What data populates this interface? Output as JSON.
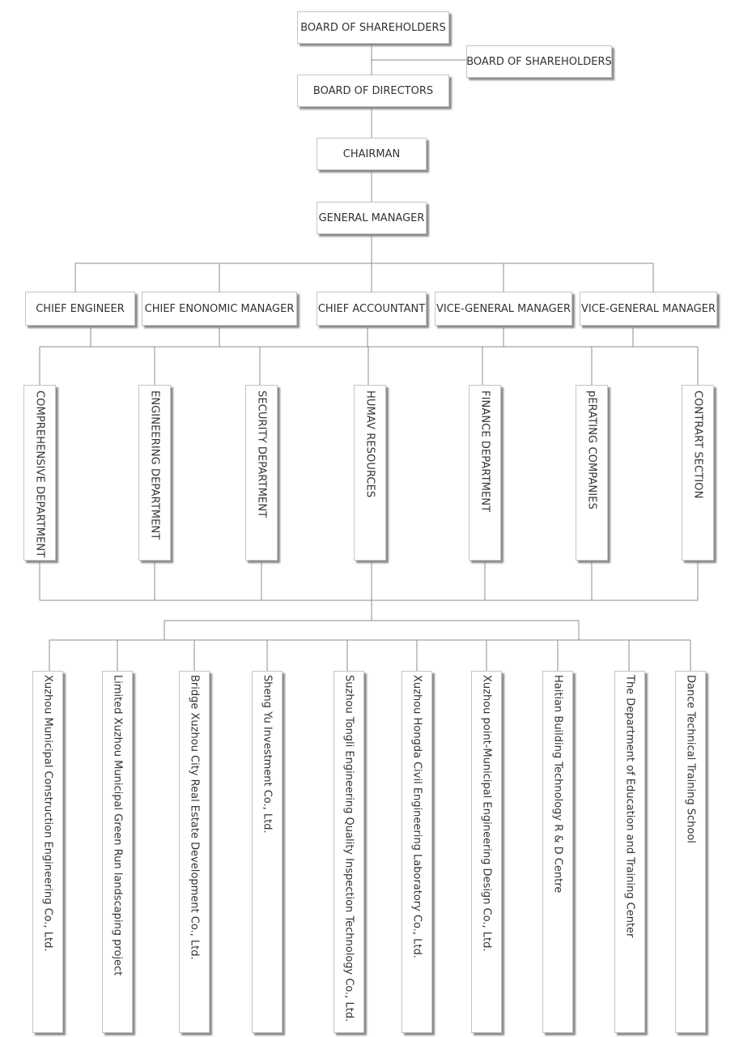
{
  "top": {
    "shareholders": "BOARD OF SHAREHOLDERS",
    "shareholders_side": "BOARD OF SHAREHOLDERS",
    "directors": "BOARD OF DIRECTORS",
    "chairman": "CHAIRMAN",
    "general_manager": "GENERAL MANAGER"
  },
  "executives": [
    "CHIEF ENGINEER",
    "CHIEF ENONOMIC MANAGER",
    "CHIEF ACCOUNTANT",
    "VICE-GENERAL MANAGER",
    "VICE-GENERAL MANAGER"
  ],
  "departments": [
    "COMPREHENSIVE DEPARTMENT",
    "ENGINEERING DEPARTMENT",
    "SECURITY DEPARTMENT",
    "HUMAV RESOURCES",
    "FINANCE DEPARTMENT",
    "pERATING COMPANIES",
    "CONTRART SECTION"
  ],
  "subsidiaries": [
    "Xuzhou Municipal Construction Engineering Co., Ltd.",
    "Limited Xuzhou Municipal Green Run landscaping project",
    "Bridge Xuzhou City Real Estate Development Co., Ltd.",
    "Sheng Yu Investment Co., Ltd.",
    "Suzhou Tongli Engineering Quality Inspection Technology Co., Ltd.",
    "Xuzhou Hongda Civil Engineering Laboratory Co., Ltd.",
    "Xuzhou point-Municipal Engineering Design Co., Ltd.",
    "Haitian Building Technology R & D Centre",
    "The Department of Education and Training Center",
    "Dance Technical Training School"
  ]
}
